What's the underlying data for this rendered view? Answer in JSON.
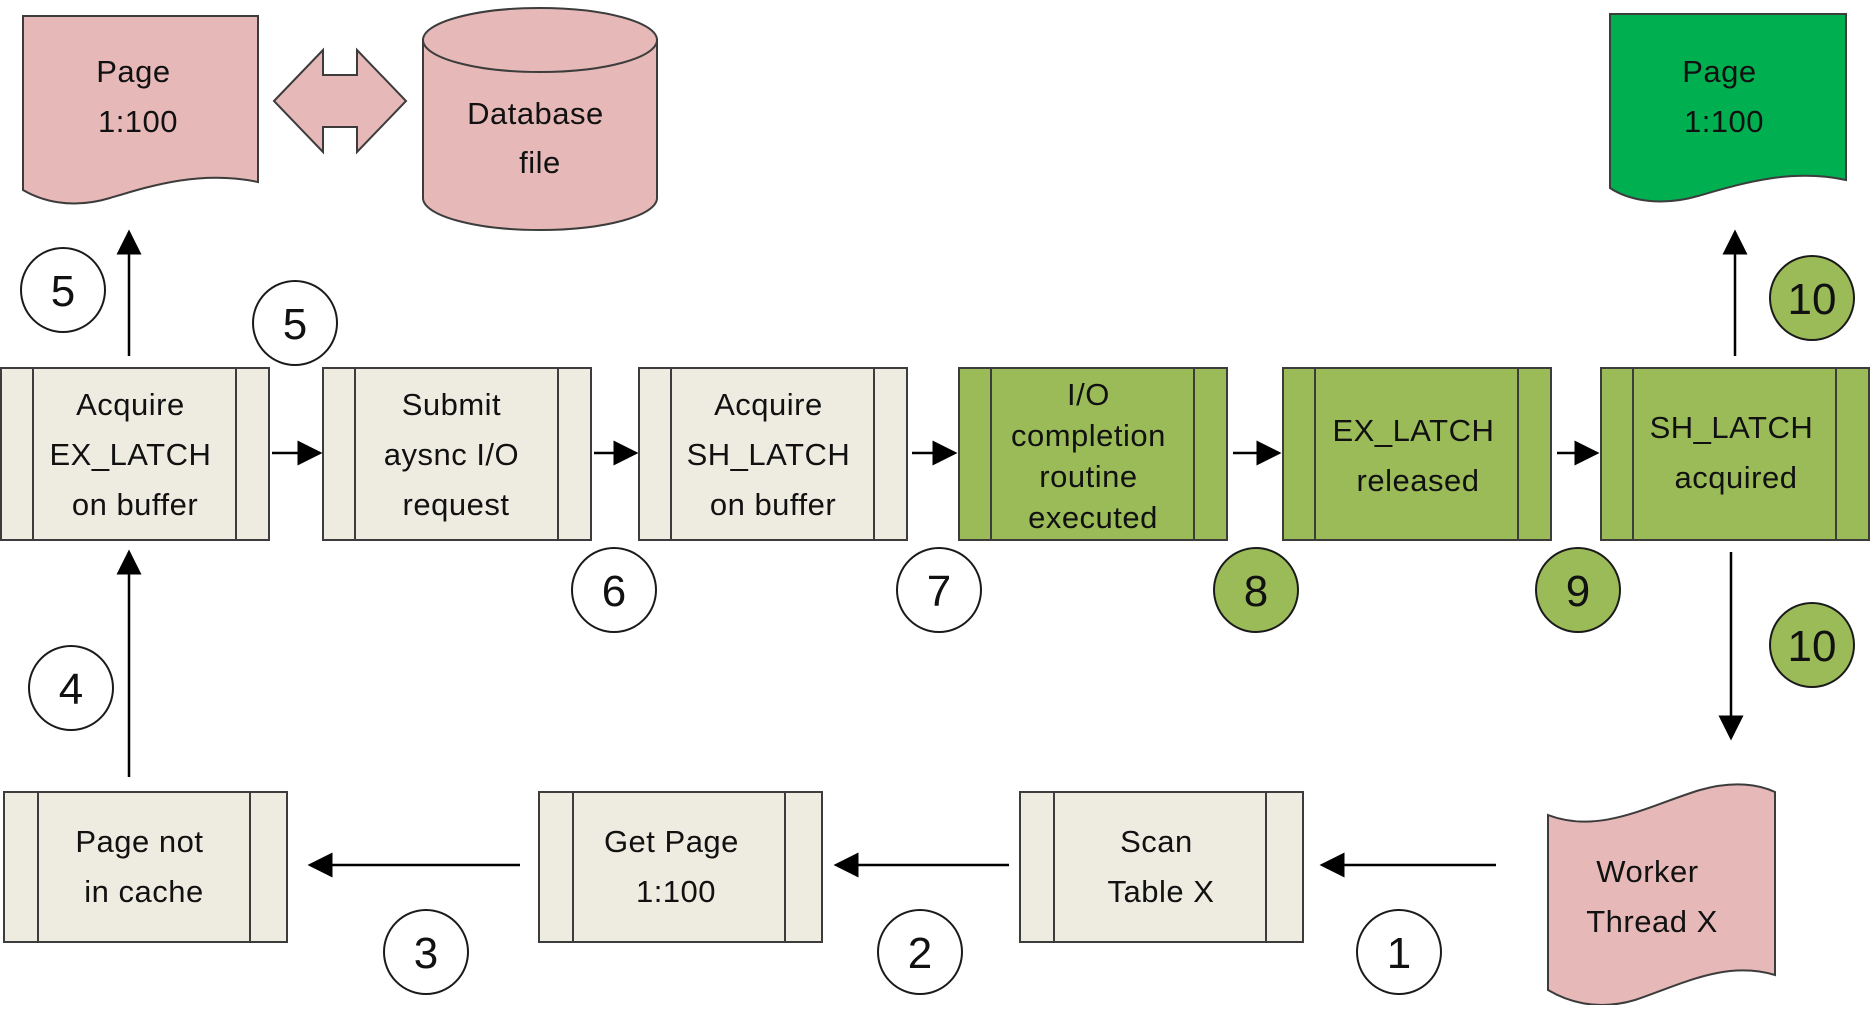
{
  "colors": {
    "neutral_fill": "#eeece1",
    "green_fill": "#9bbb59",
    "pink_fill": "#e6b9b8",
    "bright_green_fill": "#00b050",
    "circle_white": "#ffffff",
    "outline": "#3c3c3c"
  },
  "nodes": {
    "page_source": {
      "lines": [
        "Page",
        "1:100"
      ]
    },
    "database_file": {
      "lines": [
        "Database",
        "file"
      ]
    },
    "page_result": {
      "lines": [
        "Page",
        "1:100"
      ]
    },
    "acquire_ex_latch": {
      "lines": [
        "Acquire",
        "EX_LATCH",
        "on buffer"
      ]
    },
    "submit_async_io": {
      "lines": [
        "Submit",
        "aysnc I/O",
        "request"
      ]
    },
    "acquire_sh_latch": {
      "lines": [
        "Acquire",
        "SH_LATCH",
        "on buffer"
      ]
    },
    "io_completion": {
      "lines": [
        "I/O",
        "completion",
        "routine",
        "executed"
      ]
    },
    "ex_latch_released": {
      "lines": [
        "EX_LATCH",
        "released"
      ]
    },
    "sh_latch_acquired": {
      "lines": [
        "SH_LATCH",
        "acquired"
      ]
    },
    "page_not_in_cache": {
      "lines": [
        "Page not",
        "in cache"
      ]
    },
    "get_page": {
      "lines": [
        "Get Page",
        "1:100"
      ]
    },
    "scan_table": {
      "lines": [
        "Scan",
        "Table X"
      ]
    },
    "worker_thread": {
      "lines": [
        "Worker",
        "Thread X"
      ]
    }
  },
  "steps": {
    "s1": "1",
    "s2": "2",
    "s3": "3",
    "s4": "4",
    "s5a": "5",
    "s5b": "5",
    "s6": "6",
    "s7": "7",
    "s8": "8",
    "s9": "9",
    "s10a": "10",
    "s10b": "10"
  }
}
